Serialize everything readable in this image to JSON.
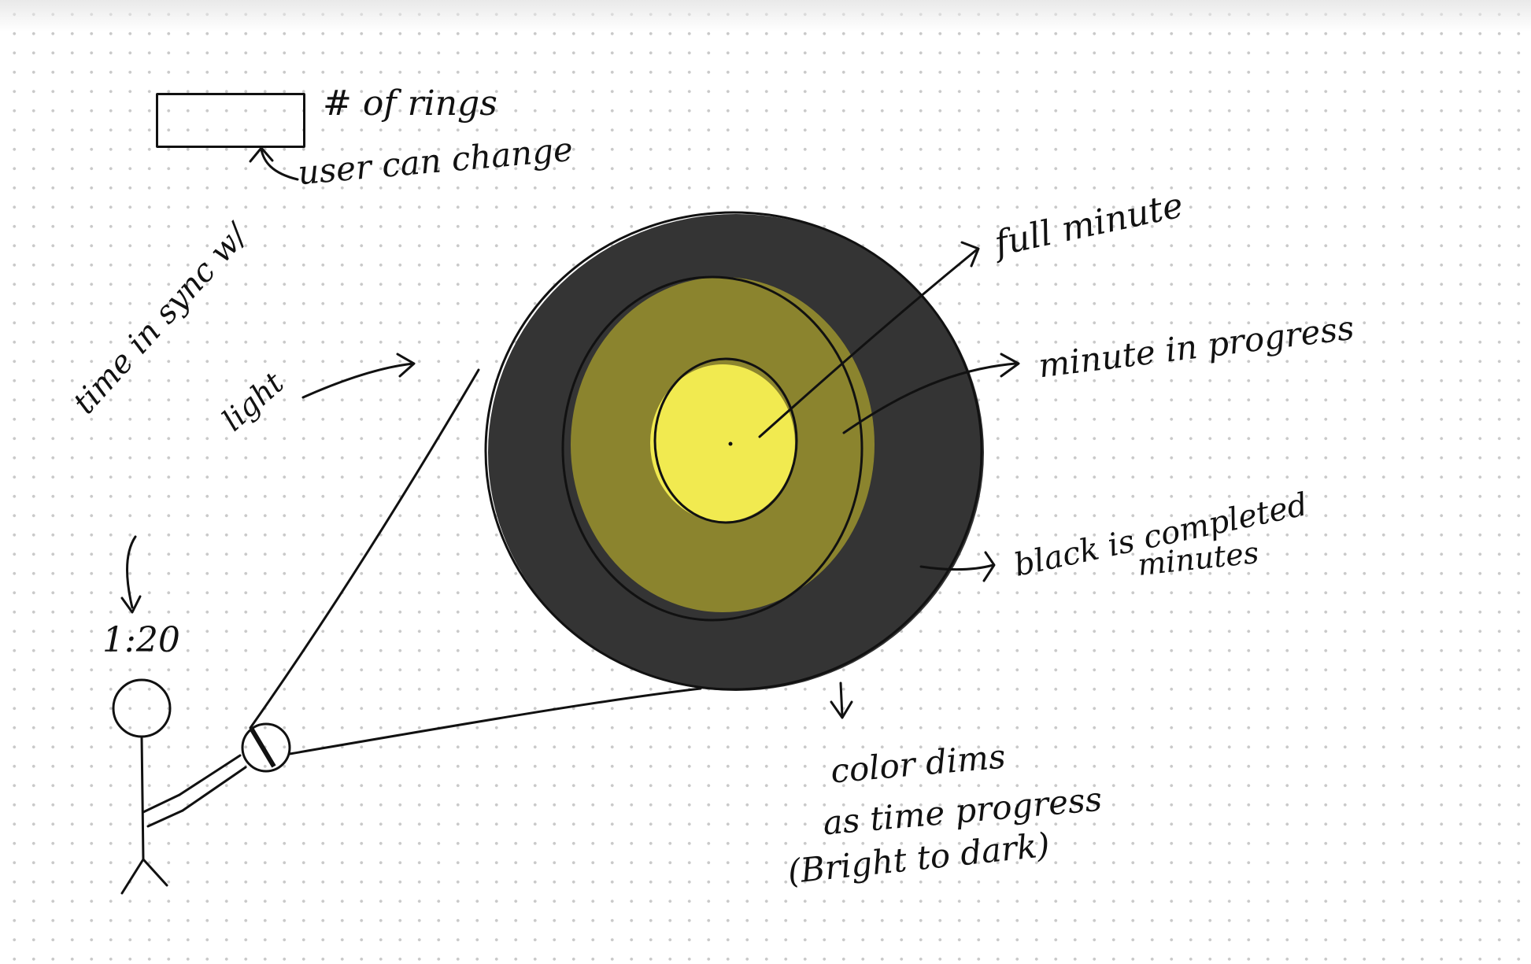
{
  "colors": {
    "outer_ring": "#343434",
    "middle_ring": "#8b842e",
    "center": "#f1ea50",
    "ink": "#111111",
    "dot_grid": "#c9c9c9"
  },
  "icons": [
    "arrow-icon",
    "stick-figure",
    "watch-icon"
  ],
  "rings_input": {
    "value": "",
    "label": "# of rings",
    "note": "user can change"
  },
  "labels": {
    "full_minute": "full minute",
    "minute_in_progress": "minute in progress",
    "black_completed_line1": "black is completed",
    "black_completed_line2": "minutes",
    "color_dims_line1": "color dims",
    "color_dims_line2": "as time progress",
    "color_dims_line3": "(Bright to dark)",
    "time_in_sync_line1": "time in sync w/",
    "time_in_sync_line2": "light",
    "clock_time": "1:20"
  }
}
